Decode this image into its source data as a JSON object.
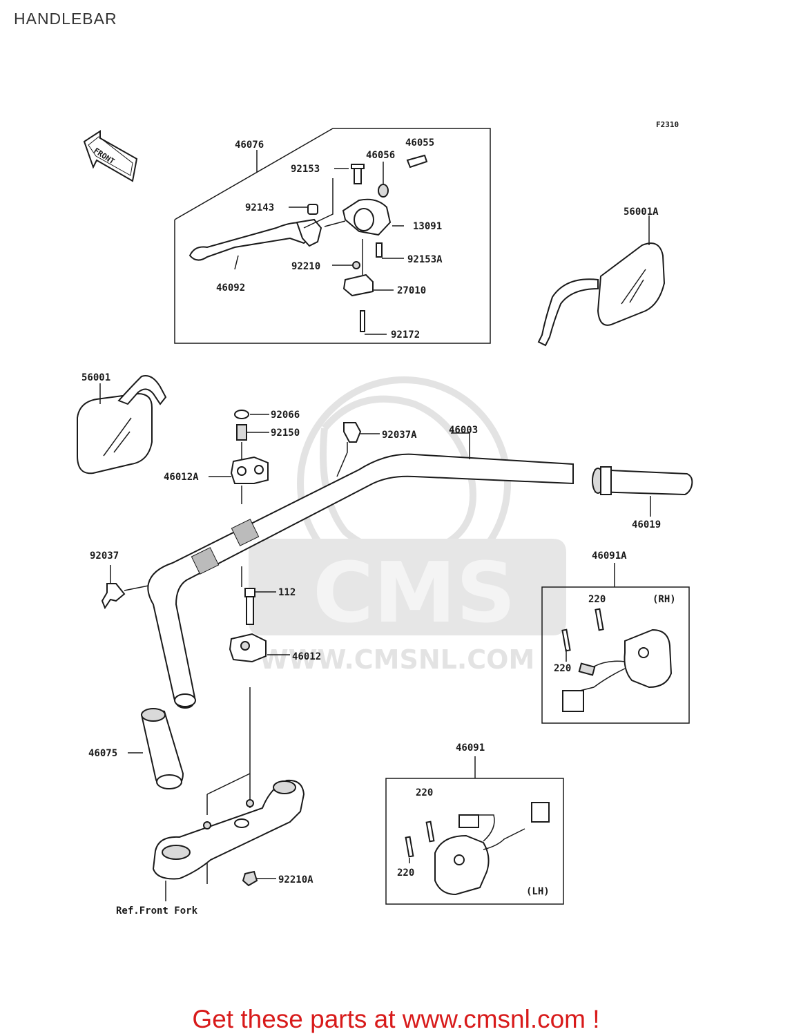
{
  "page": {
    "title": "HANDLEBAR"
  },
  "figure_code": "F2310",
  "front_indicator": "FRONT",
  "watermark": {
    "logo_text": "CMS",
    "url_text": "WWW.CMSNL.COM"
  },
  "box_labels": {
    "rh": "(RH)",
    "lh": "(LH)"
  },
  "reference": "Ref.Front Fork",
  "parts": {
    "p46076": "46076",
    "p46056": "46056",
    "p46055": "46055",
    "p92153": "92153",
    "p92143": "92143",
    "p13091": "13091",
    "p92210": "92210",
    "p92153A": "92153A",
    "p46092": "46092",
    "p27010": "27010",
    "p92172": "92172",
    "p56001A": "56001A",
    "p56001": "56001",
    "p92066": "92066",
    "p92150": "92150",
    "p92037A": "92037A",
    "p46003": "46003",
    "p46012A": "46012A",
    "p46019": "46019",
    "p92037": "92037",
    "p46091A": "46091A",
    "p112": "112",
    "p220_rh_top": "220",
    "p220_rh_left": "220",
    "p46012": "46012",
    "p46075": "46075",
    "p46091": "46091",
    "p220_lh_top": "220",
    "p220_lh_left": "220",
    "p92210A": "92210A"
  },
  "footer": {
    "text": "Get these parts at www.cmsnl.com !"
  }
}
